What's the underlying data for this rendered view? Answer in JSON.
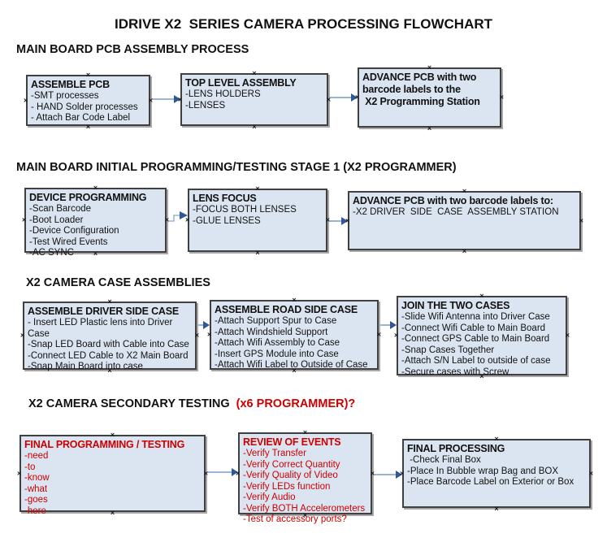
{
  "title": "IDRIVE X2  SERIES CAMERA PROCESSING FLOWCHART",
  "colors": {
    "box_fill": "#dbe5f1",
    "box_border": "#404040",
    "box_shadow": "#a8a8a8",
    "arrow_line": "#9cb4d8",
    "arrow_head": "#2e5796",
    "red": "#cc0000"
  },
  "sections": [
    {
      "heading": "MAIN BOARD PCB ASSEMBLY PROCESS",
      "boxes": [
        {
          "title": "ASSEMBLE PCB",
          "items": [
            "-SMT processes",
            "- HAND Solder processes",
            "- Attach Bar Code Label"
          ]
        },
        {
          "title": "TOP LEVEL ASSEMBLY",
          "items": [
            "-LENS HOLDERS",
            "-LENSES"
          ]
        },
        {
          "title": "ADVANCE PCB with two barcode labels to the\n X2 Programming Station",
          "items": []
        }
      ]
    },
    {
      "heading": "MAIN BOARD INITIAL PROGRAMMING/TESTING STAGE 1 (X2 PROGRAMMER)",
      "boxes": [
        {
          "title": "DEVICE PROGRAMMING",
          "items": [
            "-Scan Barcode",
            "-Boot Loader",
            "-Device Configuration",
            "-Test Wired Events",
            "-AC SYNC"
          ]
        },
        {
          "title": "LENS FOCUS",
          "items": [
            "-FOCUS BOTH LENSES",
            "-GLUE LENSES"
          ]
        },
        {
          "title": "ADVANCE PCB with two barcode labels to:",
          "items": [
            "-X2 DRIVER  SIDE  CASE  ASSEMBLY STATION"
          ]
        }
      ]
    },
    {
      "heading": "X2 CAMERA CASE ASSEMBLIES",
      "boxes": [
        {
          "title": "ASSEMBLE DRIVER SIDE CASE",
          "items": [
            "- Insert LED Plastic lens into Driver Case",
            "-Snap LED Board with Cable into Case",
            "-Connect LED Cable to X2 Main Board",
            "-Snap Main Board into case"
          ]
        },
        {
          "title": "ASSEMBLE ROAD SIDE CASE",
          "items": [
            "-Attach Support Spur to Case",
            "-Attach Windshield Support",
            "-Attach Wifi Assembly to Case",
            "-Insert GPS Module into Case",
            "-Attach Wifi Label to Outside of Case"
          ]
        },
        {
          "title": "JOIN THE TWO CASES",
          "items": [
            "-Slide Wifi Antenna into Driver Case",
            "-Connect Wifi Cable to Main Board",
            "-Connect GPS Cable to Main Board",
            "-Snap Cases Together",
            "-Attach S/N Label to outside of case",
            "-Secure cases with Screw"
          ]
        }
      ]
    },
    {
      "heading": "X2 CAMERA SECONDARY TESTING ",
      "heading_red": " (x6 PROGRAMMER)?",
      "boxes": [
        {
          "title": "FINAL PROGRAMMING / TESTING",
          "items": [
            "-need",
            "-to",
            "-know",
            "-what",
            "-goes",
            "-here"
          ]
        },
        {
          "title": "REVIEW OF EVENTS",
          "items": [
            "-Verify Transfer",
            "-Verify Correct Quantity",
            "-Verify Quality of Video",
            "-Verify LEDs function",
            "-Verify Audio",
            "-Verify BOTH Accelerometers",
            "-Test of accessory ports?"
          ]
        },
        {
          "title": "FINAL PROCESSING",
          "items": [
            " -Check Final Box",
            "-Place In Bubble wrap Bag and BOX",
            "-Place Barcode Label on Exterior or Box"
          ]
        }
      ]
    }
  ]
}
